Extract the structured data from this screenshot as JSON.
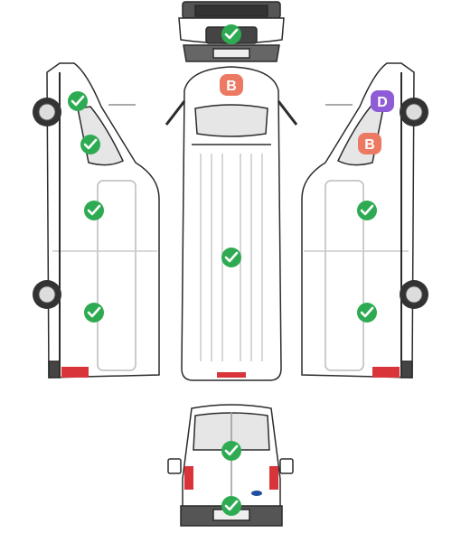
{
  "colors": {
    "ok": "#2eab52",
    "badge_b": "#ec7a62",
    "badge_d": "#8d5cd6",
    "outline": "#2b2b2b",
    "body_fill": "#ffffff",
    "tail_light": "#d8343a"
  },
  "views": [
    {
      "id": "front",
      "name": "front-view"
    },
    {
      "id": "left",
      "name": "left-side-view"
    },
    {
      "id": "top",
      "name": "top-view"
    },
    {
      "id": "right",
      "name": "right-side-view"
    },
    {
      "id": "rear",
      "name": "rear-view"
    }
  ],
  "markers": [
    {
      "view": "front",
      "icon": "check-icon",
      "status": "ok"
    },
    {
      "view": "top",
      "icon": "badge-b",
      "label": "B",
      "status": "damage"
    },
    {
      "view": "top",
      "icon": "check-icon",
      "status": "ok"
    },
    {
      "view": "left",
      "icon": "check-icon",
      "status": "ok"
    },
    {
      "view": "left",
      "icon": "check-icon",
      "status": "ok"
    },
    {
      "view": "left",
      "icon": "check-icon",
      "status": "ok"
    },
    {
      "view": "left",
      "icon": "check-icon",
      "status": "ok"
    },
    {
      "view": "right",
      "icon": "badge-d",
      "label": "D",
      "status": "damage"
    },
    {
      "view": "right",
      "icon": "badge-b",
      "label": "B",
      "status": "damage"
    },
    {
      "view": "right",
      "icon": "check-icon",
      "status": "ok"
    },
    {
      "view": "right",
      "icon": "check-icon",
      "status": "ok"
    },
    {
      "view": "rear",
      "icon": "check-icon",
      "status": "ok"
    },
    {
      "view": "rear",
      "icon": "check-icon",
      "status": "ok"
    }
  ]
}
